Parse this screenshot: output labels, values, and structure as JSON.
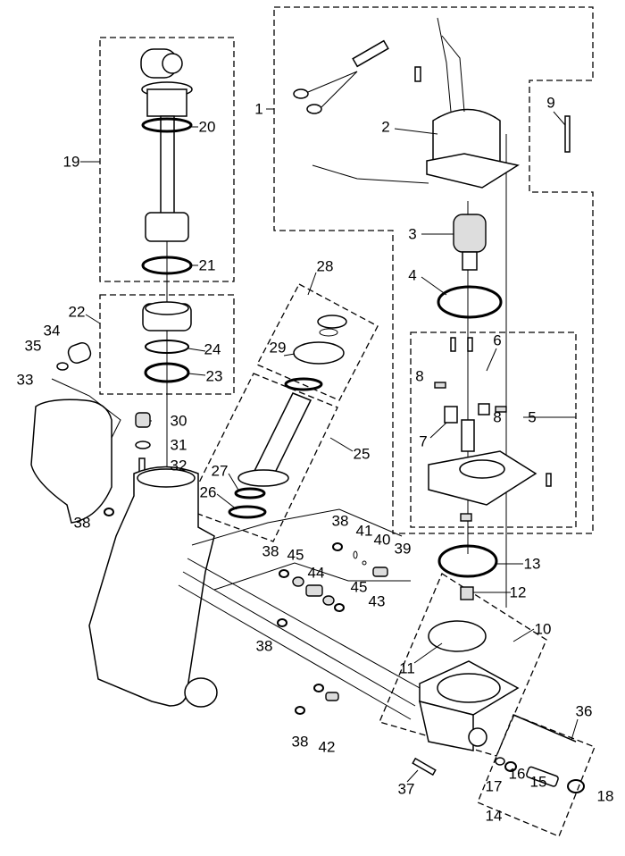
{
  "diagram": {
    "callouts": [
      "1",
      "2",
      "3",
      "4",
      "5",
      "6",
      "7",
      "8",
      "8",
      "9",
      "10",
      "11",
      "12",
      "13",
      "14",
      "15",
      "16",
      "17",
      "18",
      "19",
      "20",
      "21",
      "22",
      "23",
      "24",
      "25",
      "26",
      "27",
      "28",
      "29",
      "30",
      "31",
      "32",
      "33",
      "34",
      "35",
      "36",
      "37",
      "38",
      "38",
      "38",
      "38",
      "38",
      "39",
      "40",
      "41",
      "42",
      "43",
      "44",
      "45",
      "45"
    ]
  }
}
